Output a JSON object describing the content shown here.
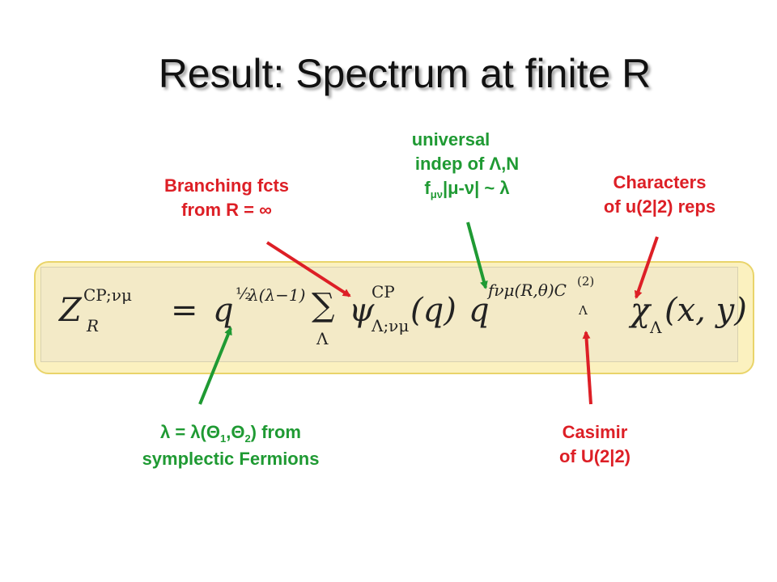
{
  "title": "Result: Spectrum at finite R",
  "formula": {
    "lhs_Z": "Z",
    "lhs_sup": "CP;νμ",
    "lhs_sub": "R",
    "equals": "=",
    "q1": "q",
    "half": "½",
    "exp1": "λ(λ−1)",
    "sum": "∑",
    "sum_sub": "Λ",
    "psi": "ψ",
    "psi_sup": "CP",
    "psi_sub": "Λ;νμ",
    "psi_arg": "(q)",
    "q2": "q",
    "exp2": "fνμ(R,θ)C",
    "exp2_sup": "(2)",
    "exp2_sub": "Λ",
    "chi": "χ",
    "chi_sub": "Λ",
    "chi_arg": "(x, y)"
  },
  "labels": {
    "branching": {
      "line1": "Branching fcts",
      "line2": "from R = ∞",
      "color": "#dd1f26"
    },
    "universal": {
      "line1": "universal",
      "line2": "indep of Λ,N",
      "line3_pre": "f",
      "line3_sub": "μν",
      "line3_post": "|μ-ν| ~ λ",
      "color": "#1f9a33"
    },
    "characters": {
      "line1": "Characters",
      "line2": "of u(2|2) reps",
      "color": "#dd1f26"
    },
    "lambda": {
      "line1_a": "λ = λ(Θ",
      "line1_sub1": "1",
      "line1_b": ",Θ",
      "line1_sub2": "2",
      "line1_c": ") from",
      "line2": "symplectic Fermions",
      "color": "#1f9a33"
    },
    "casimir": {
      "line1": "Casimir",
      "line2": "of U(2|2)",
      "color": "#dd1f26"
    }
  }
}
